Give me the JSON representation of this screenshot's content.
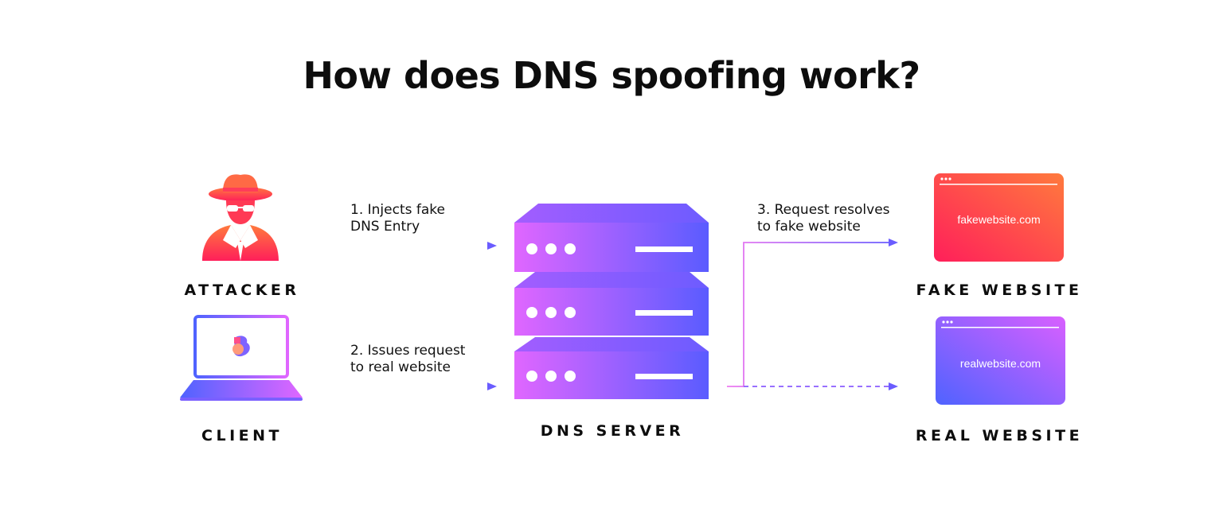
{
  "title": "How does DNS spoofing work?",
  "nodes": {
    "attacker": "ATTACKER",
    "client": "CLIENT",
    "dns_server": "DNS SERVER",
    "fake_website": "FAKE WEBSITE",
    "real_website": "REAL WEBSITE"
  },
  "steps": {
    "step1": [
      "1. Injects fake",
      "DNS Entry"
    ],
    "step2": [
      "2. Issues request",
      "to real website"
    ],
    "step3": [
      "3. Request resolves",
      "to fake website"
    ]
  },
  "sites": {
    "fake": "fakewebsite.com",
    "real": "realwebsite.com"
  },
  "colors": {
    "attacker_gradient": [
      "#ff7a3d",
      "#ff1f5a"
    ],
    "purple_gradient": [
      "#e066ff",
      "#5a5cff"
    ],
    "fake_site_gradient": [
      "#ff7a3d",
      "#ff1f5a"
    ],
    "real_site_gradient": [
      "#4f63ff",
      "#d95fff"
    ]
  },
  "icons": {
    "attacker": "spy-icon",
    "client": "laptop-icon",
    "dns_server": "server-stack-icon",
    "fake_website": "browser-window-icon",
    "real_website": "browser-window-icon"
  }
}
